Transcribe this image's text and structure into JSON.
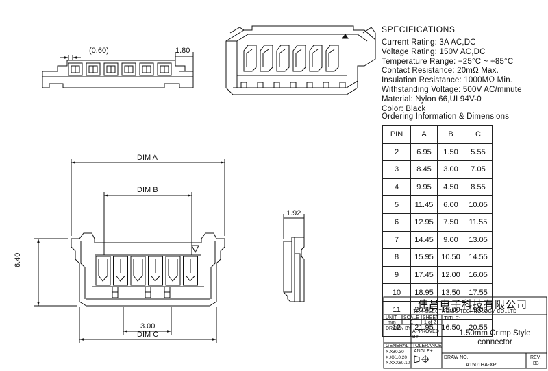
{
  "dimensions": {
    "pitch_top": "(0.60)",
    "width_top": "1.80",
    "dim_a": "DIM A",
    "dim_b": "DIM B",
    "height": "6.40",
    "pitch": "3.00",
    "dim_c": "DIM C",
    "side_width": "1.92"
  },
  "specifications": {
    "title": "SPECIFICATIONS",
    "lines": [
      "Current Rating: 3A AC,DC",
      "Voltage Rating: 150V AC,DC",
      "Temperature Range: −25°C ~ +85°C",
      "Contact Resistance: 20mΩ Max.",
      "Insulation Resistance: 1000MΩ Min.",
      "Withstanding Voltage: 500V AC/minute",
      "Material: Nylon 66,UL94V-0",
      "Color: Black"
    ]
  },
  "ordering": {
    "title": "Ordering Information & Dimensions",
    "headers": [
      "PIN",
      "A",
      "B",
      "C"
    ],
    "rows": [
      [
        "2",
        "6.95",
        "1.50",
        "5.55"
      ],
      [
        "3",
        "8.45",
        "3.00",
        "7.05"
      ],
      [
        "4",
        "9.95",
        "4.50",
        "8.55"
      ],
      [
        "5",
        "11.45",
        "6.00",
        "10.05"
      ],
      [
        "6",
        "12.95",
        "7.50",
        "11.55"
      ],
      [
        "7",
        "14.45",
        "9.00",
        "13.05"
      ],
      [
        "8",
        "15.95",
        "10.50",
        "14.55"
      ],
      [
        "9",
        "17.45",
        "12.00",
        "16.05"
      ],
      [
        "10",
        "18.95",
        "13.50",
        "17.55"
      ],
      [
        "11",
        "20.45",
        "15.00",
        "19.05"
      ],
      [
        "12",
        "21.95",
        "16.50",
        "20.55"
      ]
    ]
  },
  "title_block": {
    "company_cn": "伟昌电子科技有限公司",
    "company_en": "TRN ELECTRONIC TECHNOLOGY CO.,LTD",
    "unit_label": "UNIT",
    "unit_value": "mm",
    "scale_label": "SCALE",
    "scale_value": "1",
    "sheet_label": "SHEET",
    "sheet_value": "1 of 2",
    "title_label": "TITLE:",
    "drawn_label": "DRAWN BY",
    "approved_label": "APPROVED BY",
    "general_label": "GENERAL",
    "tolerance_label": "TOLERANCE",
    "tol_1": "X.X±0.30",
    "tol_2": "X.XX±0.20",
    "tol_3": "X.XXX±0.10",
    "angle_label": "ANGLE±",
    "product_line1": "1.50mm Crimp Style",
    "product_line2": "connector",
    "draw_no_label": "DRAW NO.",
    "draw_no_value": "A1501HA-XP",
    "rev_label": "REV.",
    "rev_value": "B3"
  }
}
